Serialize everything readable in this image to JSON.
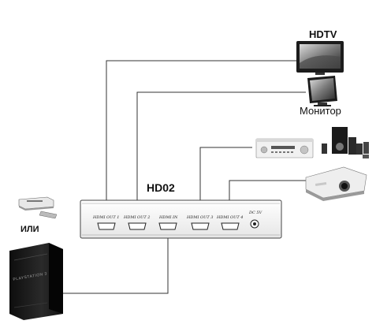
{
  "labels": {
    "hdtv": "HDTV",
    "monitor": "Монитор",
    "device_model": "HD02",
    "or_label": "ИЛИ",
    "console_brand": "PLAYSTATION 3"
  },
  "ports": {
    "out1": "HDMI OUT 1",
    "out2": "HDMI OUT 2",
    "in": "HDMI IN",
    "out3": "HDMI OUT 3",
    "out4": "HDMI OUT 4",
    "dc": "DC 5V"
  }
}
